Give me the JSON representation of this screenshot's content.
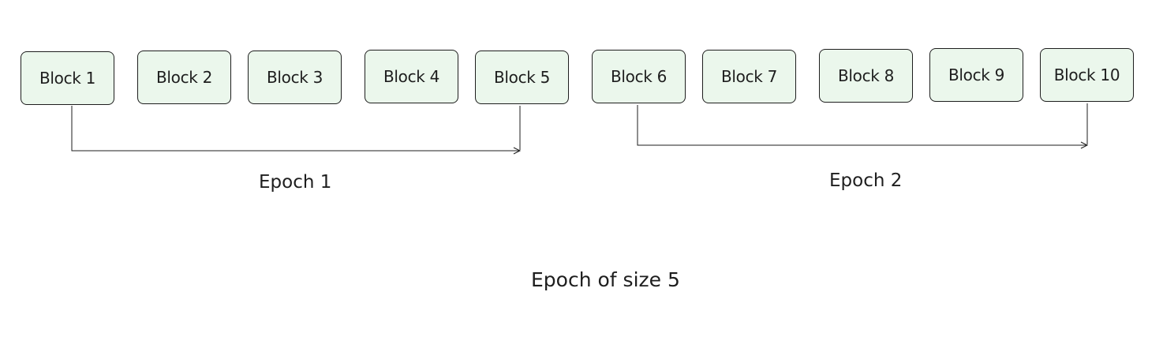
{
  "blocks": [
    {
      "label": "Block 1"
    },
    {
      "label": "Block 2"
    },
    {
      "label": "Block 3"
    },
    {
      "label": "Block 4"
    },
    {
      "label": "Block 5"
    },
    {
      "label": "Block 6"
    },
    {
      "label": "Block 7"
    },
    {
      "label": "Block 8"
    },
    {
      "label": "Block 9"
    },
    {
      "label": "Block 10"
    }
  ],
  "epochs": [
    {
      "label": "Epoch 1",
      "from_block": "Block 1",
      "to_block": "Block 5"
    },
    {
      "label": "Epoch 2",
      "from_block": "Block 6",
      "to_block": "Block 10"
    }
  ],
  "caption": "Epoch of size 5",
  "colors": {
    "block_fill": "#ebf7ec",
    "stroke": "#1e1e1e",
    "text": "#1e1e1e"
  }
}
